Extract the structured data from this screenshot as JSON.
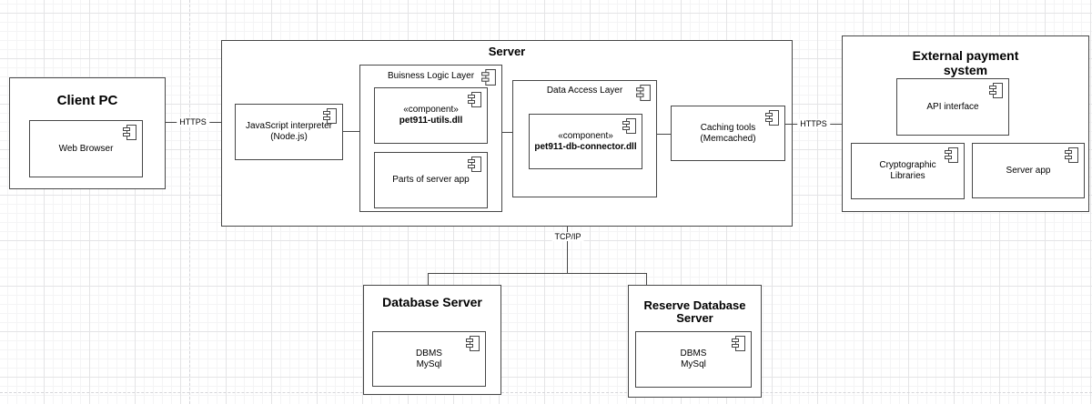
{
  "labels": {
    "https_client_server": "HTTPS",
    "https_server_payment": "HTTPS",
    "tcpip": "TCP/IP"
  },
  "nodes": {
    "client_pc": {
      "title": "Client PC"
    },
    "server": {
      "title": "Server"
    },
    "payment": {
      "title": "External payment\nsystem"
    },
    "db_server": {
      "title": "Database Server"
    },
    "reserve_db_server": {
      "title": "Reserve Database\nServer"
    }
  },
  "layers": {
    "business_logic": {
      "title": "Buisness Logic Layer"
    },
    "data_access": {
      "title": "Data Access Layer"
    }
  },
  "components": {
    "web_browser": {
      "label": "Web Browser"
    },
    "js_interpreter": {
      "label": "JavaScript interpreter\n(Node.js)"
    },
    "pet911_utils": {
      "stereotype": "«component»",
      "name": "pet911-utils.dll"
    },
    "parts_of_server_app": {
      "label": "Parts of server app"
    },
    "pet911_db_connector": {
      "stereotype": "«component»",
      "name": "pet911-db-connector.dll"
    },
    "caching_tools": {
      "label": "Caching tools\n(Memcached)"
    },
    "api_interface": {
      "label": "API interface"
    },
    "cryptographic_libraries": {
      "label": "Cryptographic\nLibraries"
    },
    "server_app": {
      "label": "Server app"
    },
    "dbms_primary": {
      "label": "DBMS\nMySql"
    },
    "dbms_reserve": {
      "label": "DBMS\nMySql"
    }
  },
  "colors": {
    "stroke": "#474747",
    "background": "#ffffff",
    "grid_minor": "#f4f4f5",
    "grid_major": "#e4e4e6"
  }
}
